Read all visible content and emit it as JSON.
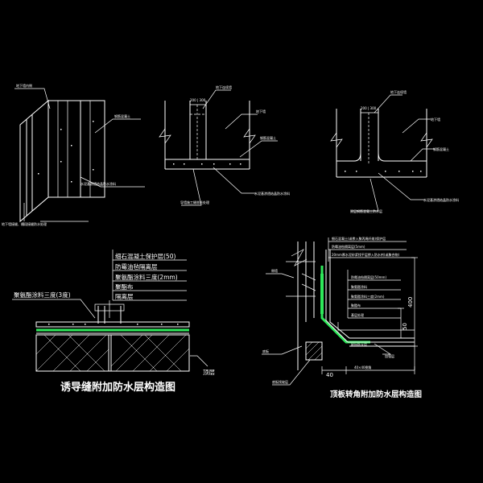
{
  "colors": {
    "background": "#000000",
    "line": "#ffffff",
    "membrane": "#2ee85a"
  },
  "det1": {
    "top_label": "地下墙内侧",
    "right_label": "钢筋混凝土",
    "bottom_right_label": "水泥基渗透结晶防水涂料",
    "caption": "地下墙接缝、槽段接缝防水处理"
  },
  "det2": {
    "top_label": "地下连续墙",
    "right_top_label": "地下墙",
    "right_label": "钢筋混凝土",
    "caption_left": "导墙施工缝凿毛处理",
    "caption_right": "水泥基渗透结晶防水涂料",
    "dim": "200 | 300"
  },
  "det3": {
    "top_label": "地下连续墙",
    "right_top_label": "地下墙",
    "right_label": "钢筋混凝土",
    "caption_left": "双层钢筋混凝土防水层",
    "caption_right": "水泥基渗透结晶防水涂料",
    "dim": "200 | 300"
  },
  "det4": {
    "layers": [
      "细石混凝土保护层(50)",
      "防霉油毡隔离层",
      "聚氨酯涂料三度(2mm)",
      "聚酯布",
      "隔离层"
    ],
    "left_label": "聚氨酯涂料三度(3度)",
    "title": "诱导缝附加防水层构造图",
    "right_label": "顶层"
  },
  "det5": {
    "layers": [
      "细石混凝土(或掺入聚丙烯纤维)保护层",
      "防霉油毡隔离层(5mm)",
      "20mm厚水泥砂浆找平层掺入防水剂(或聚合物)"
    ],
    "inner_layers": [
      "防霉油毡隔离层(50mm)",
      "聚氨酯涂料",
      "聚氨酯涂料三度(2mm)",
      "聚酯布",
      "基层处理"
    ],
    "left_label_1": "侧墙",
    "left_label_2": "底板",
    "bottom_label": "底板找坡层",
    "dim_400": "400",
    "dim_40_bottom": "40",
    "dim_40x40": "40×40倒角",
    "dim_50": "50",
    "right_label": "加强层",
    "caption_right": "附加防水层",
    "title": "顶板转角附加防水层构造图"
  }
}
